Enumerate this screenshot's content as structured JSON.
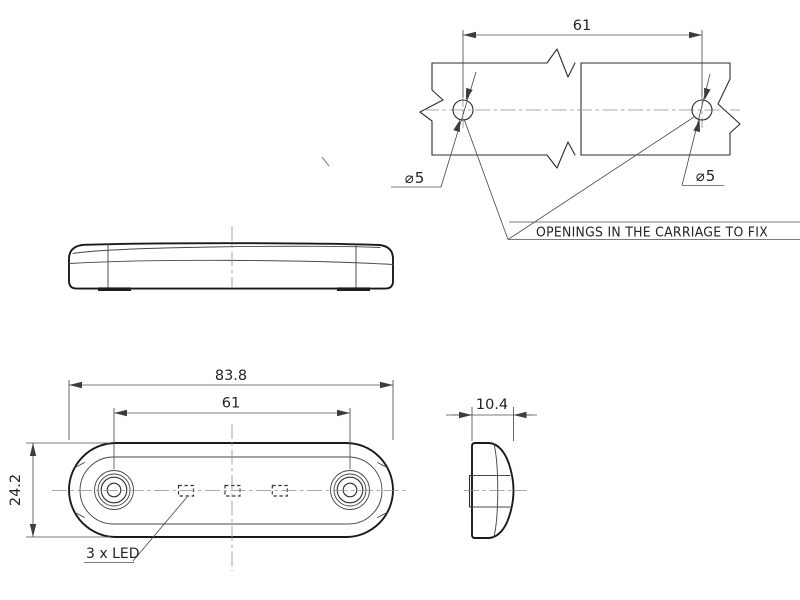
{
  "drawing": {
    "colors": {
      "background": "#ffffff",
      "outline": "#1a1a1a",
      "thin_line": "#474747",
      "dimension_line": "#4f4f4f",
      "centerline": "#8f8f8f",
      "text": "#232323"
    },
    "mounting_view": {
      "hole_spacing_dim": "61",
      "left_hole_diameter": "⌀5",
      "right_hole_diameter": "⌀5",
      "note": "OPENINGS IN THE CARRIAGE TO FIX"
    },
    "front_view": {
      "overall_width_dim": "83.8",
      "hole_spacing_dim": "61",
      "height_dim": "24.2",
      "led_note": "3 x LED"
    },
    "end_view": {
      "depth_dim": "10.4"
    }
  }
}
